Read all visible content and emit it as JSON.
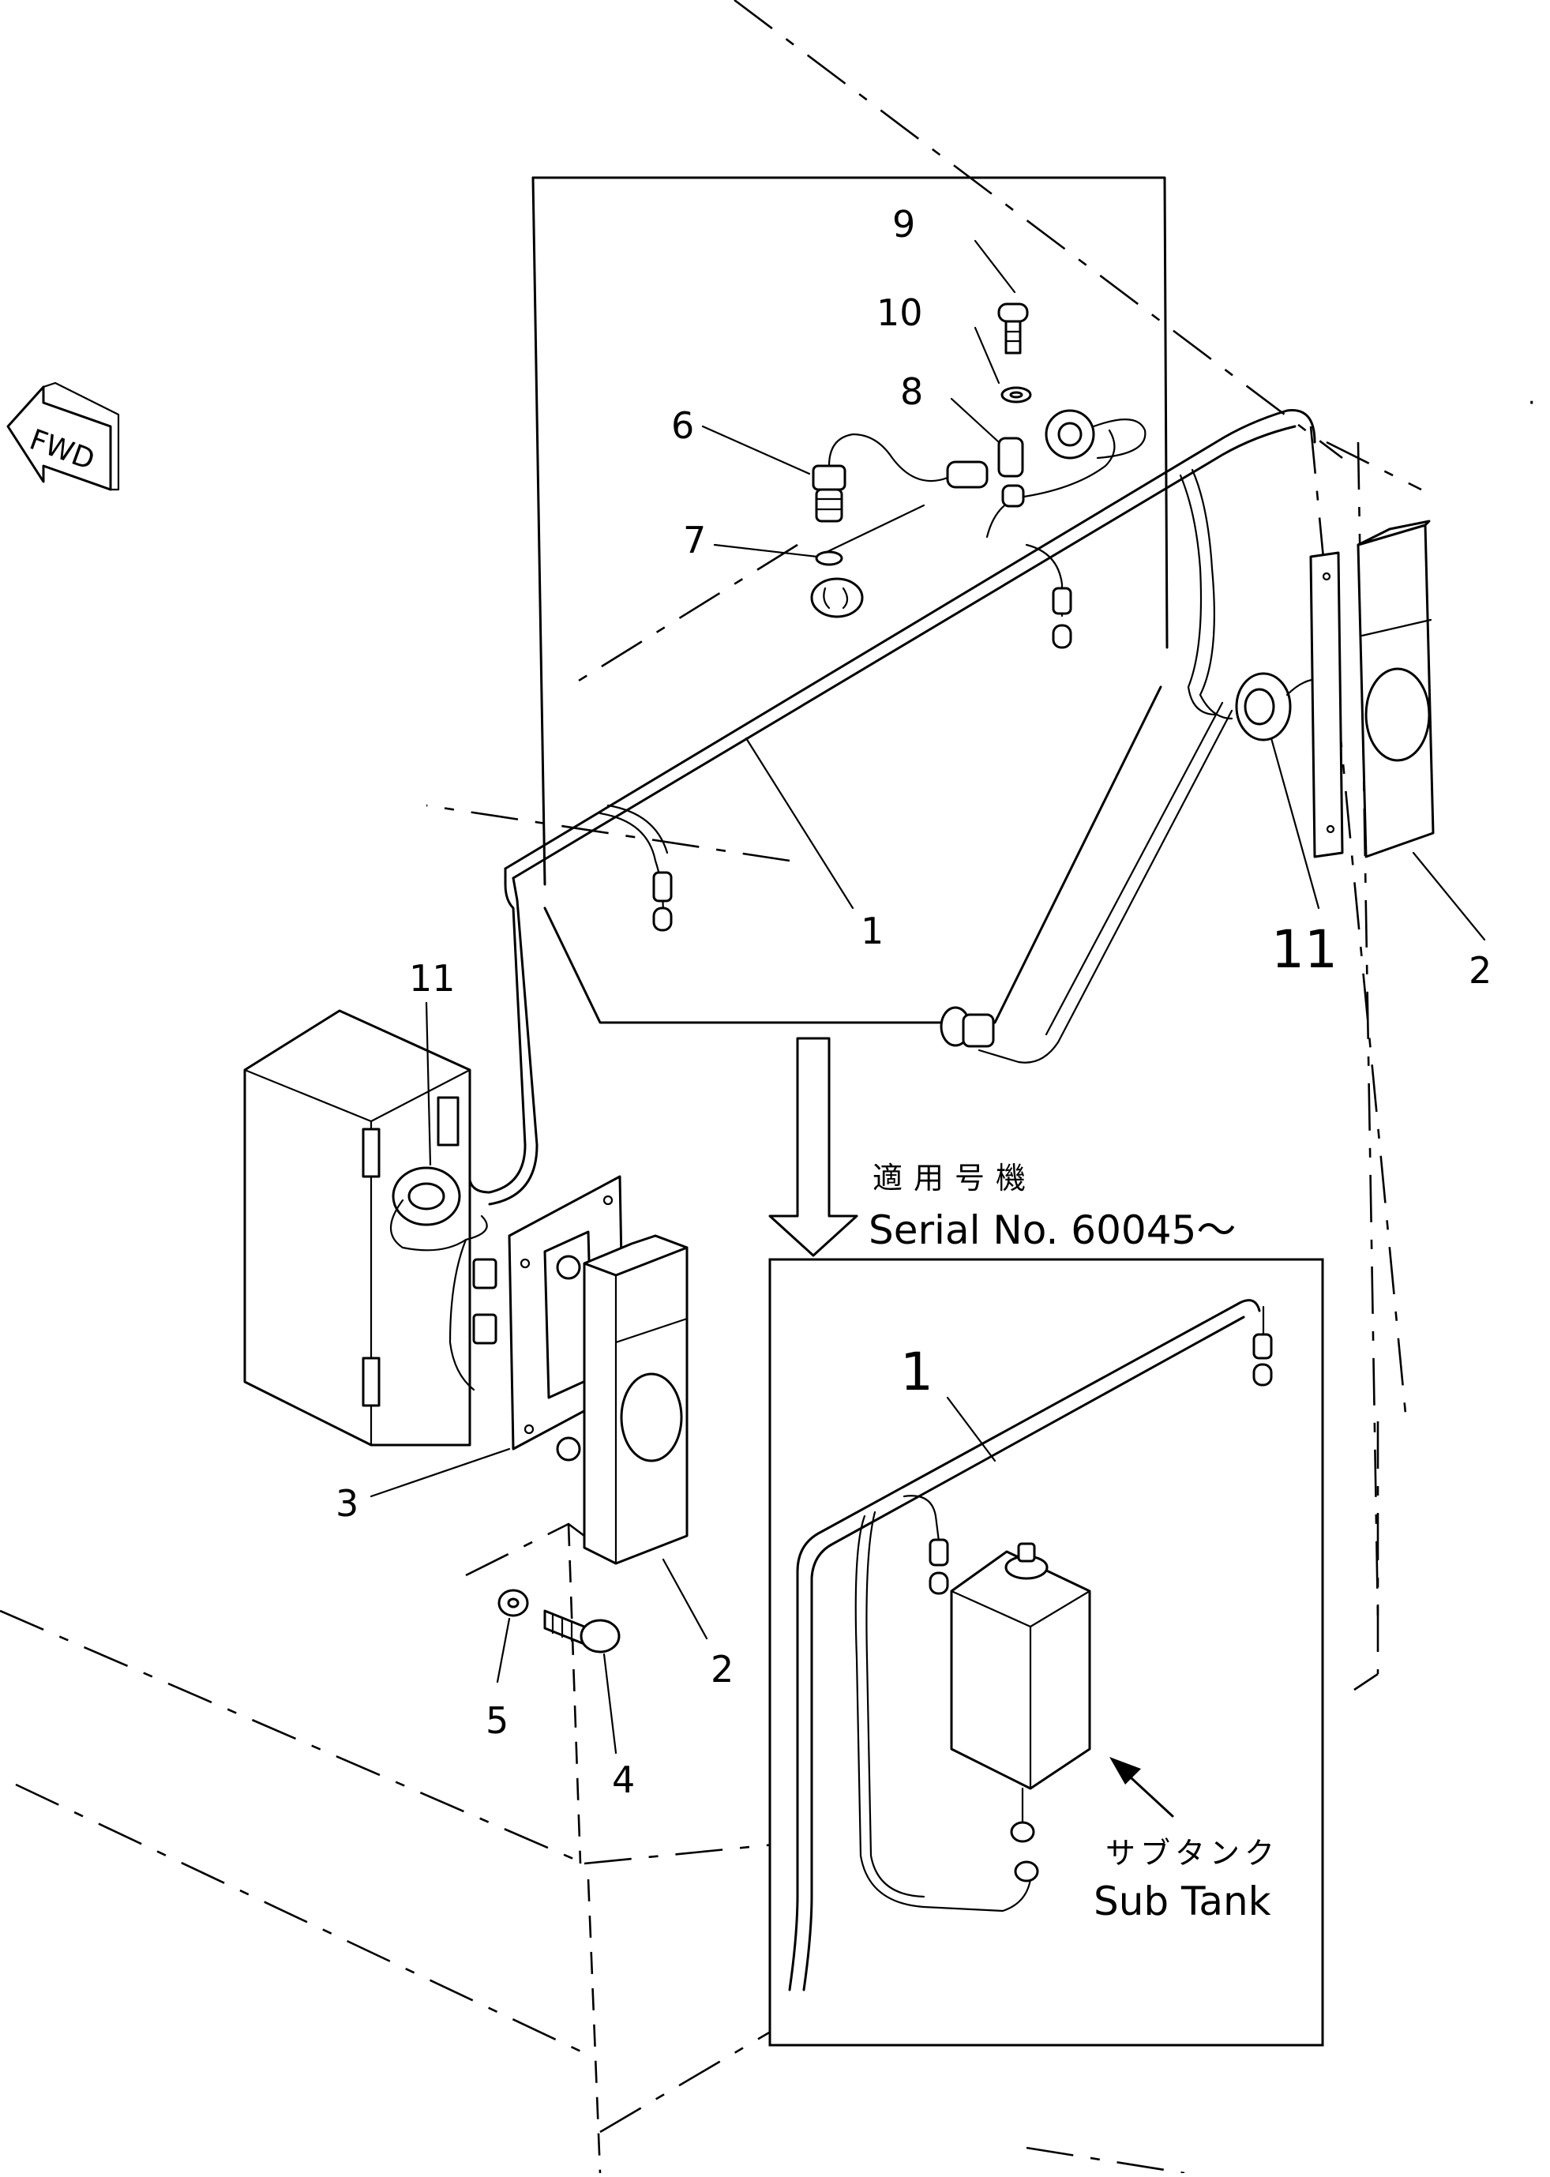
{
  "direction_marker": {
    "text": "FWD"
  },
  "callouts": {
    "c1": "1",
    "c1_inset": "1",
    "c2_right": "2",
    "c2_left": "2",
    "c3": "3",
    "c4": "4",
    "c5": "5",
    "c6": "6",
    "c7": "7",
    "c8": "8",
    "c9": "9",
    "c10": "10",
    "c11_right": "11",
    "c11_left": "11"
  },
  "inset": {
    "applicability_jp": "適用号機",
    "serial_text": "Serial No. 60045～",
    "sub_tank_jp": "サブタンク",
    "sub_tank_en": "Sub Tank"
  }
}
